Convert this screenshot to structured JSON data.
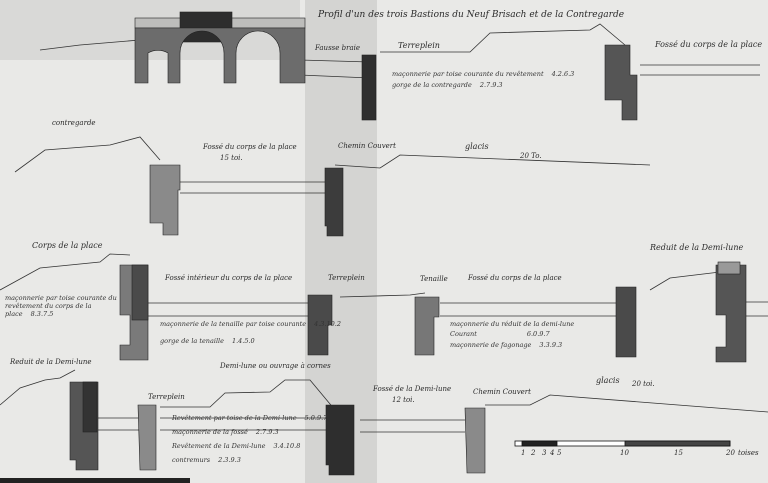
{
  "title": "Profil d'un des trois Bastions du Neuf Brisach et de la Contregarde",
  "row1": {
    "fausse_braie": "Fausse braie",
    "terreplein": "Terreplein",
    "fosse": "Fossé du corps de la place",
    "ledger": [
      {
        "label": "maçonnerie par toise courante du revêtement",
        "value": "4.2.6.3"
      },
      {
        "label": "gorge de la contregarde",
        "value": "2.7.9.3"
      }
    ]
  },
  "row2": {
    "contregarde": "contregarde",
    "fosse": "Fossé du corps de la place",
    "fosse_width": "15 toi.",
    "chemin_couvert": "Chemin Couvert",
    "glacis": "glacis",
    "glacis_width": "20 To."
  },
  "row3": {
    "corps_de_la_place": "Corps de la place",
    "fosse_interieur": "Fossé intérieur du corps de la place",
    "terreplein": "Terreplein",
    "tenaille": "Tenaille",
    "fosse": "Fossé du corps de la place",
    "reduit": "Reduit de la Demi-lune",
    "ledger_left": [
      {
        "label": "maçonnerie par toise courante du revêtement du corps de la place",
        "value": "8.3.7.5"
      }
    ],
    "ledger_mid": [
      {
        "label": "maçonnerie de la tenaille par toise courante",
        "value": "4.3.10.2"
      },
      {
        "label": "gorge de la tenaille",
        "value": "1.4.5.0"
      }
    ],
    "ledger_right": [
      {
        "label": "maçonnerie du réduit de la demi-lune",
        "value": ""
      },
      {
        "label": "Courant",
        "value": "6.0.9.7"
      },
      {
        "label": "maçonnerie de fagonage",
        "value": "3.3.9.3"
      }
    ]
  },
  "row4": {
    "reduit": "Reduit de la Demi-lune",
    "terreplein": "Terreplein",
    "demi_lune": "Demi-lune ou ouvrage à cornes",
    "fosse": "Fossé de la Demi-lune",
    "fosse_width": "12 toi.",
    "chemin_couvert": "Chemin Couvert",
    "glacis": "glacis",
    "glacis_width": "20 toi.",
    "ledger": [
      {
        "label": "Revêtement par toise de la Demi-lune",
        "value": "5.0.9.7"
      },
      {
        "label": "maçonnerie de la fossé",
        "value": "2.7.9.3"
      },
      {
        "label": "Revêtement de la Demi-lune",
        "value": "3.4.10.8"
      },
      {
        "label": "contremurs",
        "value": "2.3.9.3"
      }
    ]
  },
  "scale": {
    "ticks": [
      "1",
      "2",
      "3",
      "4",
      "5",
      "10",
      "15",
      "20"
    ],
    "unit": "toises"
  },
  "colors": {
    "paper": "#e9e9e7",
    "ink": "#2a2a2a",
    "wash": "#6e6e6e",
    "dark_wash": "#3a3a3a"
  }
}
